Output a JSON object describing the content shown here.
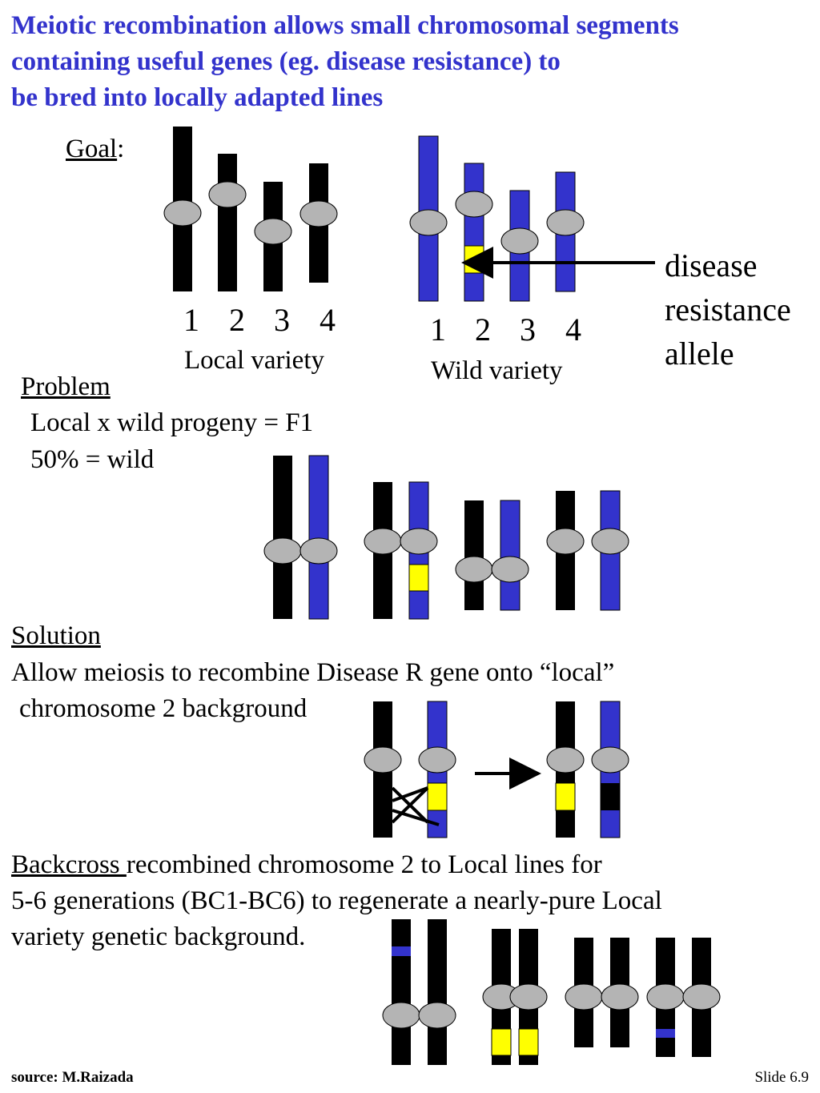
{
  "title": {
    "line1": "Meiotic recombination allows small chromosomal segments",
    "line2": "containing useful genes (eg. disease resistance) to",
    "line3": "be bred into locally adapted lines"
  },
  "goal": {
    "label": "Goal",
    "colon": ":"
  },
  "local": {
    "numbers": [
      "1",
      "2",
      "3",
      "4"
    ],
    "label": "Local variety"
  },
  "wild": {
    "numbers": [
      "1",
      "2",
      "3",
      "4"
    ],
    "label": "Wild variety"
  },
  "callout": {
    "line1": "disease",
    "line2": "resistance",
    "line3": "allele"
  },
  "problem": {
    "heading": "Problem",
    "line1": "Local x wild progeny = F1",
    "line2": "50% = wild"
  },
  "solution": {
    "heading": "Solution",
    "line1": "Allow meiosis to recombine Disease R gene onto “local”",
    "line2": "chromosome 2 background"
  },
  "backcross": {
    "heading": "Backcross ",
    "line1_rest": "recombined chromosome 2 to Local lines for",
    "line2": "5-6 generations (BC1-BC6) to regenerate a nearly-pure Local",
    "line3": "variety genetic background."
  },
  "footer": {
    "source": "source: M.Raizada",
    "slide": "Slide 6.9"
  },
  "colors": {
    "title": "#3333cc",
    "local_chromosome": "#000000",
    "wild_chromosome": "#3333cc",
    "centromere": "#b4b4b4",
    "resistance_allele": "#ffff00"
  }
}
